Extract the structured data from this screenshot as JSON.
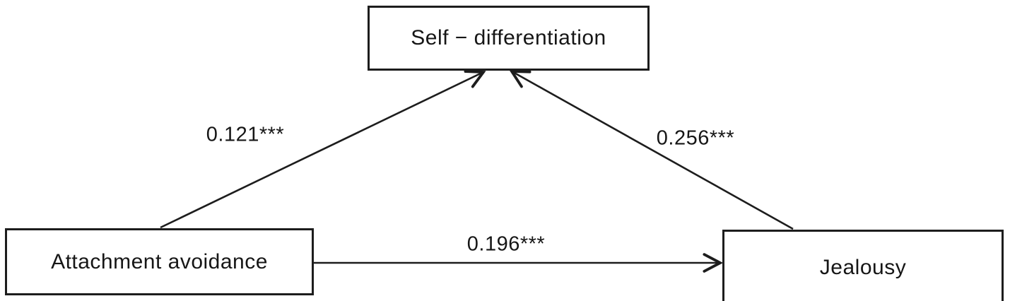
{
  "diagram": {
    "type": "path-model",
    "background_color": "#ffffff",
    "line_color": "#1d1d1d",
    "text_color": "#161616",
    "nodes": [
      {
        "id": "self-differentiation",
        "label": "Self − differentiation",
        "position": "top-center"
      },
      {
        "id": "attachment-avoidance",
        "label": "Attachment avoidance",
        "position": "bottom-left"
      },
      {
        "id": "jealousy",
        "label": "Jealousy",
        "position": "bottom-right"
      }
    ],
    "edges": [
      {
        "from": "attachment-avoidance",
        "to": "self-differentiation",
        "coefficient": "0.121***"
      },
      {
        "from": "jealousy",
        "to": "self-differentiation",
        "coefficient": "0.256***"
      },
      {
        "from": "attachment-avoidance",
        "to": "jealousy",
        "coefficient": "0.196***"
      }
    ]
  }
}
